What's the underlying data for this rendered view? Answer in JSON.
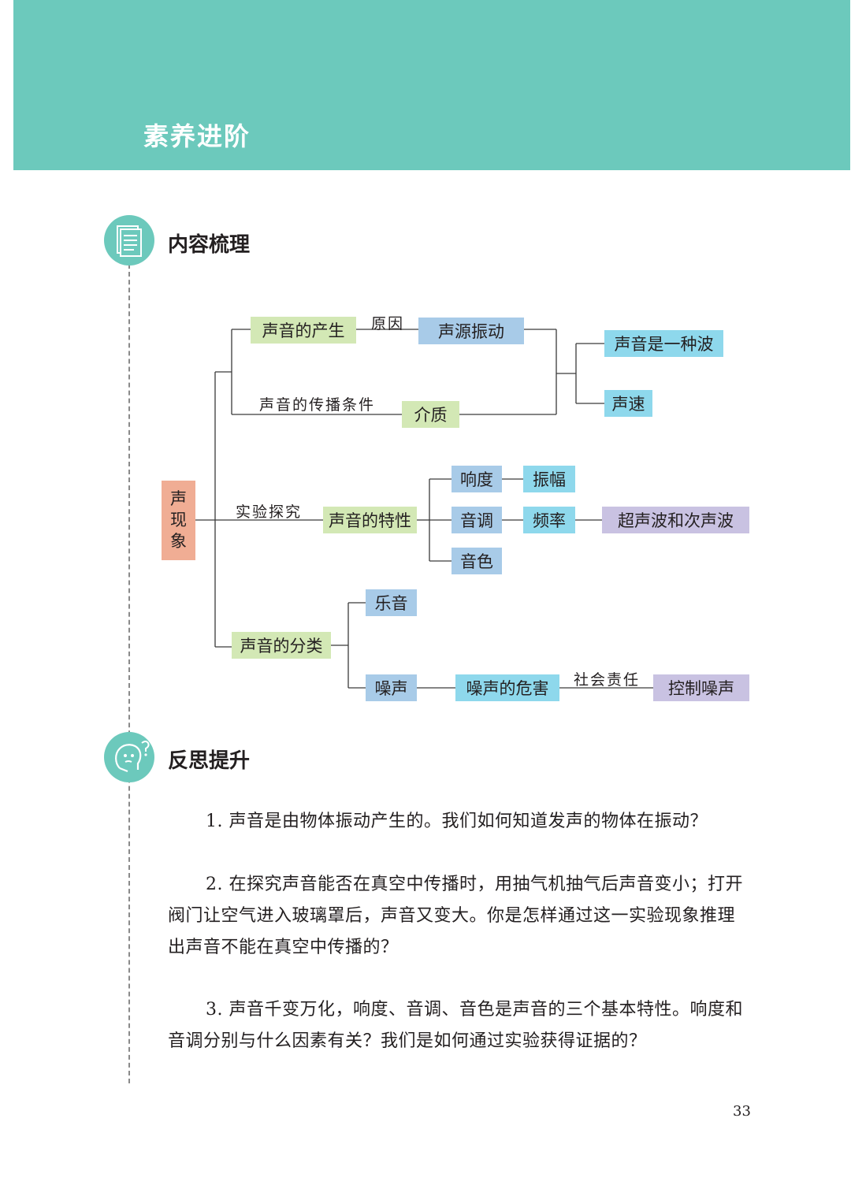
{
  "banner": {
    "title": "素养进阶"
  },
  "section1": {
    "title": "内容梳理",
    "icon": "document-list-icon"
  },
  "section2": {
    "title": "反思提升",
    "icon": "thinking-face-icon"
  },
  "concept_map": {
    "root": "声现象",
    "nodes": {
      "production": "声音的产生",
      "source_vibration": "声源振动",
      "sound_is_wave": "声音是一种波",
      "sound_speed": "声速",
      "medium": "介质",
      "characteristics": "声音的特性",
      "loudness": "响度",
      "amplitude": "振幅",
      "pitch": "音调",
      "frequency": "频率",
      "ultrasound": "超声波和次声波",
      "timbre": "音色",
      "classification": "声音的分类",
      "musical_sound": "乐音",
      "noise": "噪声",
      "noise_harm": "噪声的危害",
      "noise_control": "控制噪声"
    },
    "labels": {
      "cause": "原因",
      "propagation": "声音的传播条件",
      "experiment": "实验探究",
      "social": "社会责任"
    }
  },
  "questions": [
    "1. 声音是由物体振动产生的。我们如何知道发声的物体在振动？",
    "2. 在探究声音能否在真空中传播时，用抽气机抽气后声音变小；打开阀门让空气进入玻璃罩后，声音又变大。你是怎样通过这一实验现象推理出声音不能在真空中传播的？",
    "3. 声音千变万化，响度、音调、音色是声音的三个基本特性。响度和音调分别与什么因素有关？我们是如何通过实验获得证据的？"
  ],
  "page_number": "33"
}
